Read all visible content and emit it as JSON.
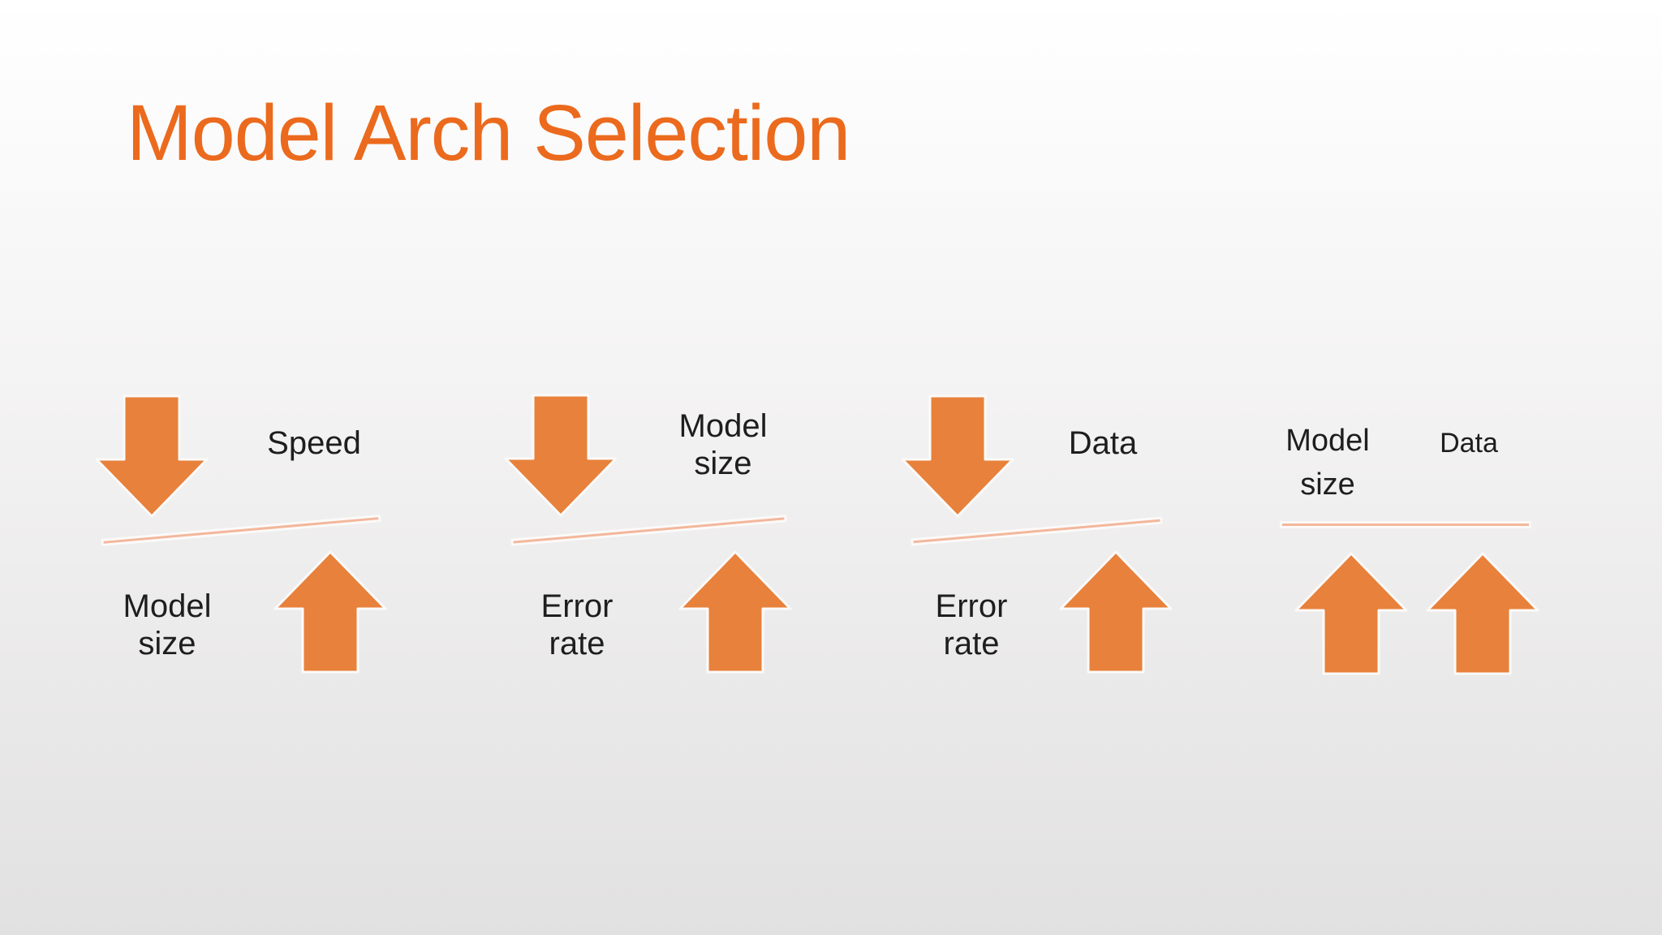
{
  "title": "Model Arch Selection",
  "colors": {
    "title": "#EB6A1D",
    "arrow_fill": "#E8813B",
    "arrow_outline": "#FBFAF9",
    "bar_fill": "#F3B79B",
    "label_text": "#1E1E1E",
    "bg_top": "#FFFFFF",
    "bg_bottom": "#E2E1E1"
  },
  "icons": {
    "decrease": "down-arrow-icon",
    "increase": "up-arrow-icon"
  },
  "tradeoffs": [
    {
      "id": "speed-vs-model-size",
      "decreased": [
        "Model",
        "size"
      ],
      "increased": [
        "Speed"
      ],
      "balance": "tilted"
    },
    {
      "id": "model-size-vs-error-rate",
      "decreased": [
        "Error",
        "rate"
      ],
      "increased": [
        "Model",
        "size"
      ],
      "balance": "tilted"
    },
    {
      "id": "data-vs-error-rate",
      "decreased": [
        "Error",
        "rate"
      ],
      "increased": [
        "Data"
      ],
      "balance": "tilted"
    },
    {
      "id": "model-size-and-data-both-up",
      "increased_left": [
        "Model",
        "size"
      ],
      "increased_right": [
        "Data"
      ],
      "balance": "flat"
    }
  ]
}
